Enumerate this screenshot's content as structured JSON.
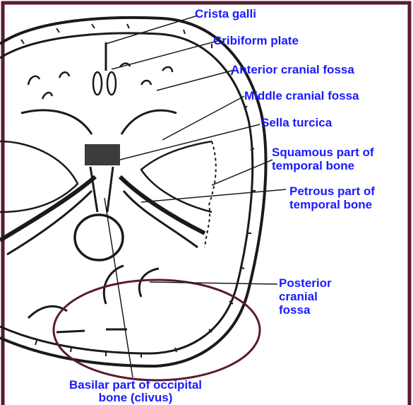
{
  "colors": {
    "label_text": "#1a1aff",
    "frame_border": "#5a1a32",
    "highlight_ellipse": "#5a1a32",
    "leader_line": "#1a1a1a",
    "drawing_ink": "#1a1a1a"
  },
  "labels": {
    "crista_galli": "Crista galli",
    "cribiform_plate": "Cribiform plate",
    "anterior_cranial_fossa": "Anterior cranial fossa",
    "middle_cranial_fossa": "Middle cranial fossa",
    "sella_turcica": "Sella turcica",
    "squamous_part_line1": "Squamous part of",
    "squamous_part_line2": "temporal bone",
    "petrous_part_line1": "Petrous part of",
    "petrous_part_line2": "temporal bone",
    "posterior_fossa_line1": "Posterior",
    "posterior_fossa_line2": "cranial",
    "posterior_fossa_line3": "fossa",
    "basilar_part_line1": "Basilar part of occipital",
    "basilar_part_line2": "bone (clivus)"
  }
}
